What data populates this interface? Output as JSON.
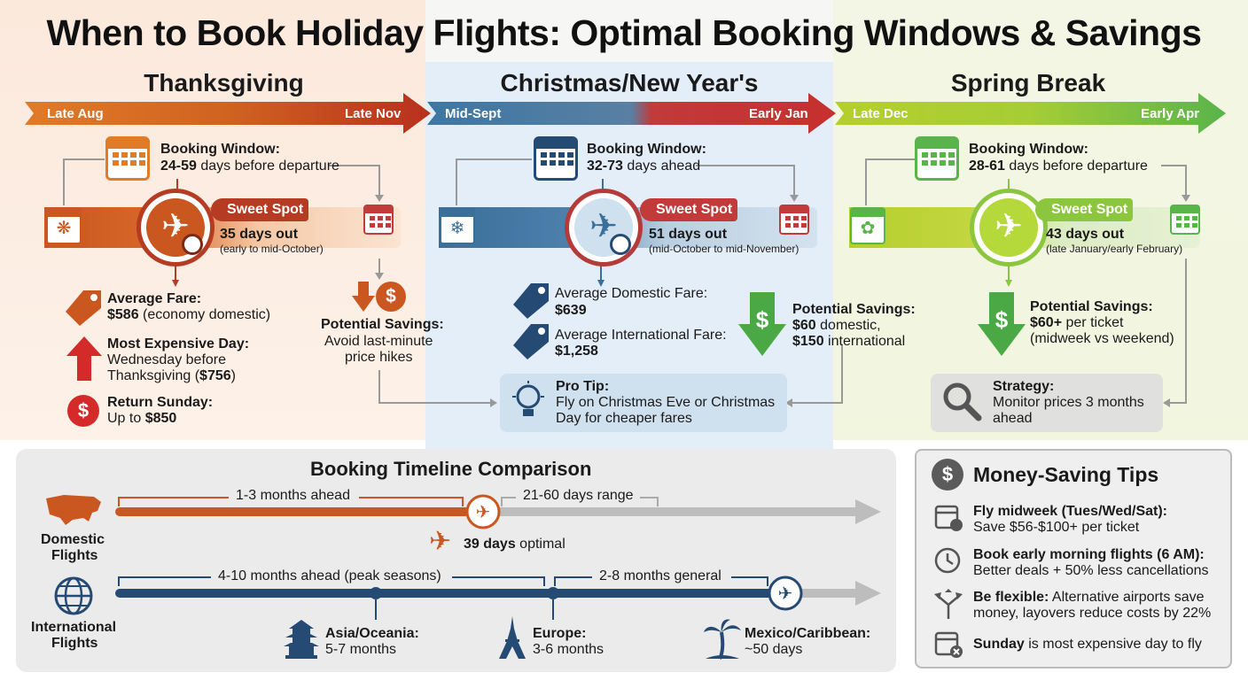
{
  "title": "When to Book Holiday Flights: Optimal Booking Windows & Savings",
  "colors": {
    "thanksgiving": "#c9571f",
    "christmas_blue": "#3a6f9a",
    "christmas_red": "#c23a3a",
    "spring": "#8cc63f",
    "savings_green": "#4aa845",
    "navy": "#254a73"
  },
  "thanksgiving": {
    "title": "Thanksgiving",
    "start": "Late Aug",
    "end": "Late Nov",
    "window_label": "Booking Window:",
    "window_range": "24-59",
    "window_rest": " days before departure",
    "sweet_label": "Sweet Spot",
    "sweet_days": "35 days out",
    "sweet_note": "(early to mid-October)",
    "fare_label": "Average Fare:",
    "fare_value": "$586",
    "fare_note": " (economy domestic)",
    "expensive_label": "Most Expensive Day:",
    "expensive_line1": "Wednesday before",
    "expensive_line2": "Thanksgiving (",
    "expensive_value": "$756",
    "expensive_close": ")",
    "return_label": "Return Sunday:",
    "return_prefix": "Up to ",
    "return_value": "$850",
    "savings_label": "Potential Savings:",
    "savings_line1": "Avoid last-minute",
    "savings_line2": "price hikes"
  },
  "christmas": {
    "title": "Christmas/New Year's",
    "start": "Mid-Sept",
    "end": "Early Jan",
    "window_label": "Booking Window:",
    "window_range": "32-73",
    "window_rest": " days ahead",
    "sweet_label": "Sweet Spot",
    "sweet_days": "51 days out",
    "sweet_note": "(mid-October to mid-November)",
    "domestic_label": "Average Domestic Fare:",
    "domestic_value": "$639",
    "intl_label": "Average International Fare:",
    "intl_value": "$1,258",
    "savings_label": "Potential Savings:",
    "savings_line1": "$60",
    "savings_line1_rest": " domestic,",
    "savings_line2": "$150",
    "savings_line2_rest": " international",
    "tip_label": "Pro Tip:",
    "tip_line1": "Fly on Christmas Eve or Christmas",
    "tip_line2": "Day for cheaper fares"
  },
  "spring": {
    "title": "Spring Break",
    "start": "Late Dec",
    "end": "Early Apr",
    "window_label": "Booking Window:",
    "window_range": "28-61",
    "window_rest": " days before departure",
    "sweet_label": "Sweet Spot",
    "sweet_days": "43 days out",
    "sweet_note": "(late January/early February)",
    "savings_label": "Potential Savings:",
    "savings_value": "$60+",
    "savings_rest": " per ticket",
    "savings_line2": "(midweek vs weekend)",
    "strategy_label": "Strategy:",
    "strategy_line1": "Monitor prices 3 months",
    "strategy_line2": "ahead"
  },
  "timeline": {
    "title": "Booking Timeline Comparison",
    "domestic_label1": "Domestic",
    "domestic_label2": "Flights",
    "domestic_range1": "1-3 months ahead",
    "domestic_range2": "21-60 days range",
    "domestic_optimal_value": "39 days",
    "domestic_optimal_rest": " optimal",
    "intl_label1": "International",
    "intl_label2": "Flights",
    "intl_range1": "4-10 months ahead (peak seasons)",
    "intl_range2": "2-8 months general",
    "asia_label": "Asia/Oceania:",
    "asia_value": "5-7 months",
    "europe_label": "Europe:",
    "europe_value": "3-6 months",
    "mexico_label": "Mexico/Caribbean:",
    "mexico_value": "~50 days"
  },
  "tips": {
    "title": "Money-Saving Tips",
    "items": [
      {
        "icon": "calendar-clock-icon",
        "bold": "Fly midweek (Tues/Wed/Sat):",
        "text": "Save $56-$100+ per ticket"
      },
      {
        "icon": "clock-icon",
        "bold": "Book early morning flights (6 AM):",
        "text": "Better deals + 50% less cancellations"
      },
      {
        "icon": "split-arrows-icon",
        "bold": "Be flexible:",
        "text_inline": " Alternative airports save",
        "text": "money, layovers reduce costs by 22%"
      },
      {
        "icon": "calendar-x-icon",
        "bold": "Sunday",
        "text_inline": " is most expensive day to fly"
      }
    ]
  }
}
